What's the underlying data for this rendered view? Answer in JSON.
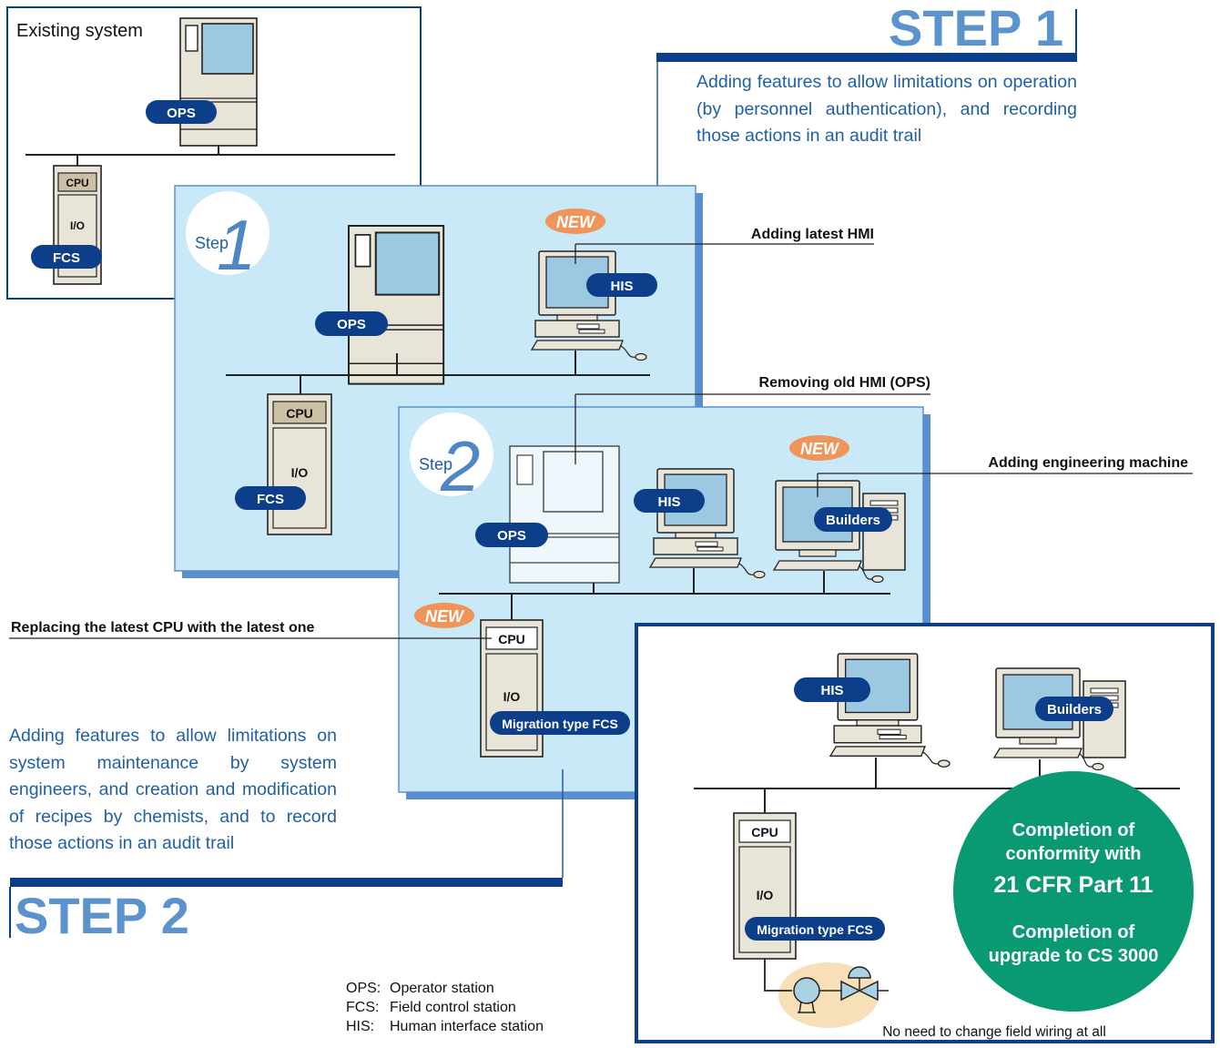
{
  "existing_system": {
    "title": "Existing system",
    "ops_label": "OPS",
    "cpu_label": "CPU",
    "io_label": "I/O",
    "fcs_label": "FCS"
  },
  "step1": {
    "heading": "STEP 1",
    "badge_word": "Step",
    "badge_num": "1",
    "description": "Adding features to allow limitations on operation (by personnel authentication), and recording those actions in an audit trail",
    "new_label": "NEW",
    "callout_hmi": "Adding latest HMI",
    "ops_label": "OPS",
    "his_label": "HIS",
    "cpu_label": "CPU",
    "io_label": "I/O",
    "fcs_label": "FCS"
  },
  "step2": {
    "heading": "STEP 2",
    "badge_word": "Step",
    "badge_num": "2",
    "description": "Adding features to allow limitations on system maintenance by system engineers, and creation and modification of recipes by chemists, and to record those actions in an audit trail",
    "callout_remove_ops": "Removing old HMI (OPS)",
    "callout_eng": "Adding engineering machine",
    "callout_cpu": "Replacing the latest CPU with the latest one",
    "new_label": "NEW",
    "ops_label": "OPS",
    "his_label": "HIS",
    "builders_label": "Builders",
    "cpu_label": "CPU",
    "io_label": "I/O",
    "fcs_label": "Migration type FCS"
  },
  "final": {
    "his_label": "HIS",
    "builders_label": "Builders",
    "cpu_label": "CPU",
    "io_label": "I/O",
    "fcs_label": "Migration type FCS",
    "completion_1": "Completion of",
    "completion_2": "conformity with",
    "cfr": "21 CFR Part 11",
    "upgrade_1": "Completion of",
    "upgrade_2": "upgrade to CS 3000",
    "field_note": "No need to change field wiring at all"
  },
  "legend": [
    {
      "abbr": "OPS:",
      "text": "Operator station"
    },
    {
      "abbr": "FCS:",
      "text": "Field control station"
    },
    {
      "abbr": "HIS:",
      "text": "Human interface station"
    }
  ],
  "colors": {
    "navy": "#0d3e8a",
    "panel": "#c9e8f8",
    "panel_shadow": "#5a8fcf",
    "heading": "#5b93cc",
    "desc_text": "#1f5fa5",
    "new_orange": "#f0945a",
    "green": "#0a9a73",
    "machine_beige": "#e9e4d8",
    "screen_blue": "#9cc8e2"
  }
}
